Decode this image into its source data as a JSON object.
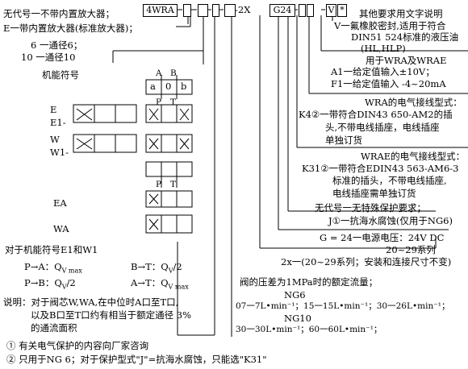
{
  "code": {
    "b1": "4WRA",
    "sep2x": "-2X",
    "g24": "G24",
    "star": "*",
    "v": "V"
  },
  "left": {
    "no_amp": "无代号一不带内置放大器；",
    "e_amp": "E一带内置放大器(标准放大器)；",
    "size6": "6 一通径6；",
    "size10": "10 一通径10",
    "symbol_title": "机能符号",
    "port_a": "A",
    "port_b": "B",
    "port_p": "P",
    "port_t": "T",
    "port_p2": "P",
    "port_t2": "T",
    "cell_a": "a",
    "cell_0": "0",
    "cell_b": "b",
    "sym_e": "E",
    "sym_e1": "E1-",
    "sym_w": "W",
    "sym_w1": "W1-",
    "sym_ea": "EA",
    "sym_wa": "WA",
    "for_e1w1": "对于机能符号E1和W1",
    "f1": "P→A：Q",
    "f1_sub": "V max",
    "f2": "B→T：Q",
    "f2_sub": "V",
    "f2_tail": "/2",
    "f3": "P→B：Q",
    "f3_sub": "V",
    "f3_tail": "/2",
    "f4": "A→T：Q",
    "f4_sub": "V max",
    "note1": "说明：对于阀芯W,WA,在中位时A口至T口,",
    "note2": "以及B口至T口约有相当于额定通径 3%",
    "note3": "的通流面积"
  },
  "right": {
    "other": "其他要求用文字说明",
    "v1": "V一氟橡胶密封,适用于符合",
    "v2": "DIN51 524标准的液压油",
    "v3": "(HL,HLP)",
    "in_title": "用于WRA及WRAE",
    "a1": "A1一给定值输入±10V；",
    "f1": "F1一给定值输入  -4~20mA",
    "wra_title": "WRA的电气接线型式：",
    "k4_1": "K4②一带符合DIN43 650-AM2的插",
    "k4_2": "头,不带电线插座，电线插座",
    "k4_3": "单独订货",
    "wrae_title": "WRAE的电气接线型式：",
    "k31_1": "K31②一带符合EDIN43 563-AM6-3",
    "k31_2": "标准的插头，不带电线插座,",
    "k31_3": "电线插座需单独订货",
    "prot1": "无代号一无特殊保护要求；",
    "prot2": "J①一抗海水腐蚀(仅用于NG6)",
    "g24": "G = 24一电源电压：24V  DC",
    "series1": "20~29系列",
    "series2": "2x一(20~29系列；安装和连接尺寸不变)",
    "rated_title": "阀的压差为1MPa时的额定流量；",
    "ng6": "NG6",
    "ng6_vals": "07一7L•min⁻¹；15一15L•min⁻¹；30一26L•min⁻¹；",
    "ng10": "NG10",
    "ng10_vals": "30一30L•min⁻¹；60一60L•min⁻¹；"
  },
  "footnotes": {
    "fn1": "① 有关电气保护的内容向厂家咨询",
    "fn2": "② 只用于NG 6；对于保护型式\"J\"=抗海水腐蚀，只能选\"K31\""
  }
}
